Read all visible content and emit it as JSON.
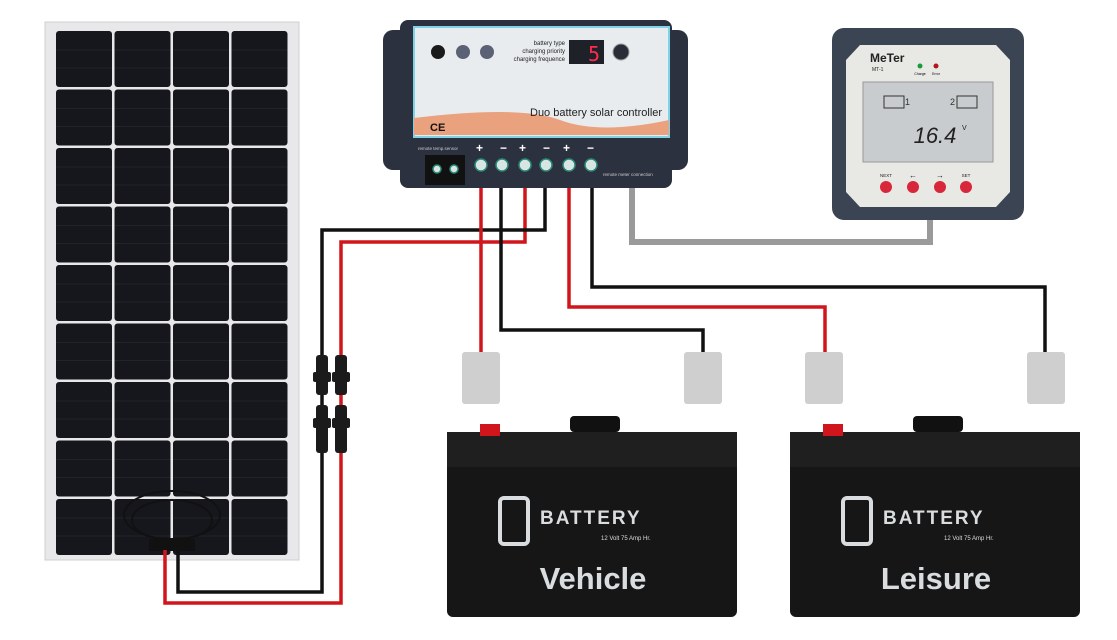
{
  "colors": {
    "positive_wire": "#d0161c",
    "negative_wire": "#111111",
    "meter_cable": "#9a9a9a",
    "panel_cell": "#15171c",
    "controller_body": "#2c3140",
    "battery_body": "#161616",
    "battery_text": "#d9dde0"
  },
  "controller": {
    "title": "Duo battery solar controller",
    "menu": [
      "battery type",
      "charging priority",
      "charging frequence"
    ],
    "display_value": "5",
    "ce_mark": "CE",
    "remote_temp_label": "remote temp.sensor",
    "remote_meter_label": "remote meter connection",
    "terminal_signs": [
      "+",
      "−",
      "+",
      "−",
      "+",
      "−"
    ]
  },
  "meter": {
    "brand": "MeTer",
    "model": "MT-1",
    "led_labels": [
      "Charge",
      "Error"
    ],
    "reading": "16.4",
    "unit": "V",
    "battery_indices": [
      "1",
      "2"
    ],
    "buttons": [
      "NEXT",
      "←",
      "→",
      "SET"
    ]
  },
  "batteries": [
    {
      "brand": "BATTERY",
      "spec": "12 Volt 75 Amp Hr.",
      "name": "Vehicle"
    },
    {
      "brand": "BATTERY",
      "spec": "12 Volt 75 Amp Hr.",
      "name": "Leisure"
    }
  ]
}
